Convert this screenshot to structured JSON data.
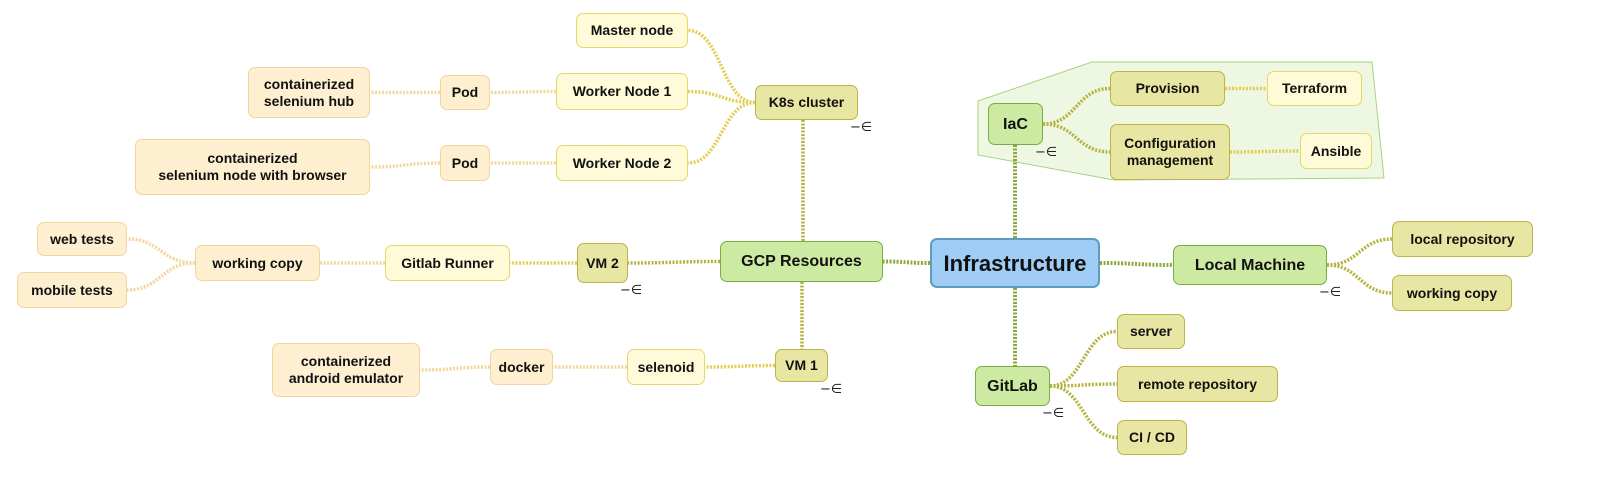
{
  "colors": {
    "root": "#9fcdf6",
    "level1": "#cdeaa3",
    "level2": "#e8e6a3",
    "level3": "#fffbd8",
    "level4": "#fdefcf",
    "group": "#eef7e2"
  },
  "collapse_icon": "collapse-icon",
  "nodes": [
    {
      "id": "infra",
      "label": "Infrastructure",
      "level": 0
    },
    {
      "id": "gcp",
      "label": "GCP Resources",
      "level": 1
    },
    {
      "id": "local",
      "label": "Local Machine",
      "level": 1
    },
    {
      "id": "iac",
      "label": "IaC",
      "level": 1
    },
    {
      "id": "gitlab",
      "label": "GitLab",
      "level": 1
    },
    {
      "id": "k8s",
      "label": "K8s cluster",
      "level": 2
    },
    {
      "id": "vm2",
      "label": "VM 2",
      "level": 2
    },
    {
      "id": "vm1",
      "label": "VM 1",
      "level": 2
    },
    {
      "id": "provision",
      "label": "Provision",
      "level": 2
    },
    {
      "id": "config",
      "label": "Configuration\nmanagement",
      "level": 2
    },
    {
      "id": "localrepo",
      "label": "local repository",
      "level": 2
    },
    {
      "id": "localwc",
      "label": "working copy",
      "level": 2
    },
    {
      "id": "server",
      "label": "server",
      "level": 2
    },
    {
      "id": "remote",
      "label": "remote repository",
      "level": 2
    },
    {
      "id": "cicd",
      "label": "CI / CD",
      "level": 2
    },
    {
      "id": "master",
      "label": "Master node",
      "level": 3
    },
    {
      "id": "worker1",
      "label": "Worker Node 1",
      "level": 3
    },
    {
      "id": "worker2",
      "label": "Worker Node 2",
      "level": 3
    },
    {
      "id": "runner",
      "label": "Gitlab Runner",
      "level": 3
    },
    {
      "id": "selenoid",
      "label": "selenoid",
      "level": 3
    },
    {
      "id": "terraform",
      "label": "Terraform",
      "level": 3
    },
    {
      "id": "ansible",
      "label": "Ansible",
      "level": 3
    },
    {
      "id": "pod1",
      "label": "Pod",
      "level": 4
    },
    {
      "id": "pod2",
      "label": "Pod",
      "level": 4
    },
    {
      "id": "wc",
      "label": "working copy",
      "level": 4
    },
    {
      "id": "docker",
      "label": "docker",
      "level": 4
    },
    {
      "id": "hub",
      "label": "containerized\nselenium hub",
      "level": 5
    },
    {
      "id": "snode",
      "label": "containerized\nselenium node with browser",
      "level": 5
    },
    {
      "id": "web",
      "label": "web tests",
      "level": 5
    },
    {
      "id": "mobile",
      "label": "mobile tests",
      "level": 5
    },
    {
      "id": "emu",
      "label": "containerized\nandroid emulator",
      "level": 5
    }
  ],
  "edges": [
    [
      "infra",
      "gcp"
    ],
    [
      "infra",
      "local"
    ],
    [
      "infra",
      "iac"
    ],
    [
      "infra",
      "gitlab"
    ],
    [
      "gcp",
      "k8s"
    ],
    [
      "gcp",
      "vm2"
    ],
    [
      "gcp",
      "vm1"
    ],
    [
      "iac",
      "provision"
    ],
    [
      "iac",
      "config"
    ],
    [
      "provision",
      "terraform"
    ],
    [
      "config",
      "ansible"
    ],
    [
      "local",
      "localrepo"
    ],
    [
      "local",
      "localwc"
    ],
    [
      "gitlab",
      "server"
    ],
    [
      "gitlab",
      "remote"
    ],
    [
      "gitlab",
      "cicd"
    ],
    [
      "k8s",
      "master"
    ],
    [
      "k8s",
      "worker1"
    ],
    [
      "k8s",
      "worker2"
    ],
    [
      "worker1",
      "pod1"
    ],
    [
      "worker2",
      "pod2"
    ],
    [
      "pod1",
      "hub"
    ],
    [
      "pod2",
      "snode"
    ],
    [
      "vm2",
      "runner"
    ],
    [
      "runner",
      "wc"
    ],
    [
      "wc",
      "web"
    ],
    [
      "wc",
      "mobile"
    ],
    [
      "vm1",
      "selenoid"
    ],
    [
      "selenoid",
      "docker"
    ],
    [
      "docker",
      "emu"
    ]
  ],
  "collapsed_markers": [
    "k8s",
    "iac",
    "vm2",
    "local",
    "vm1",
    "gitlab"
  ]
}
